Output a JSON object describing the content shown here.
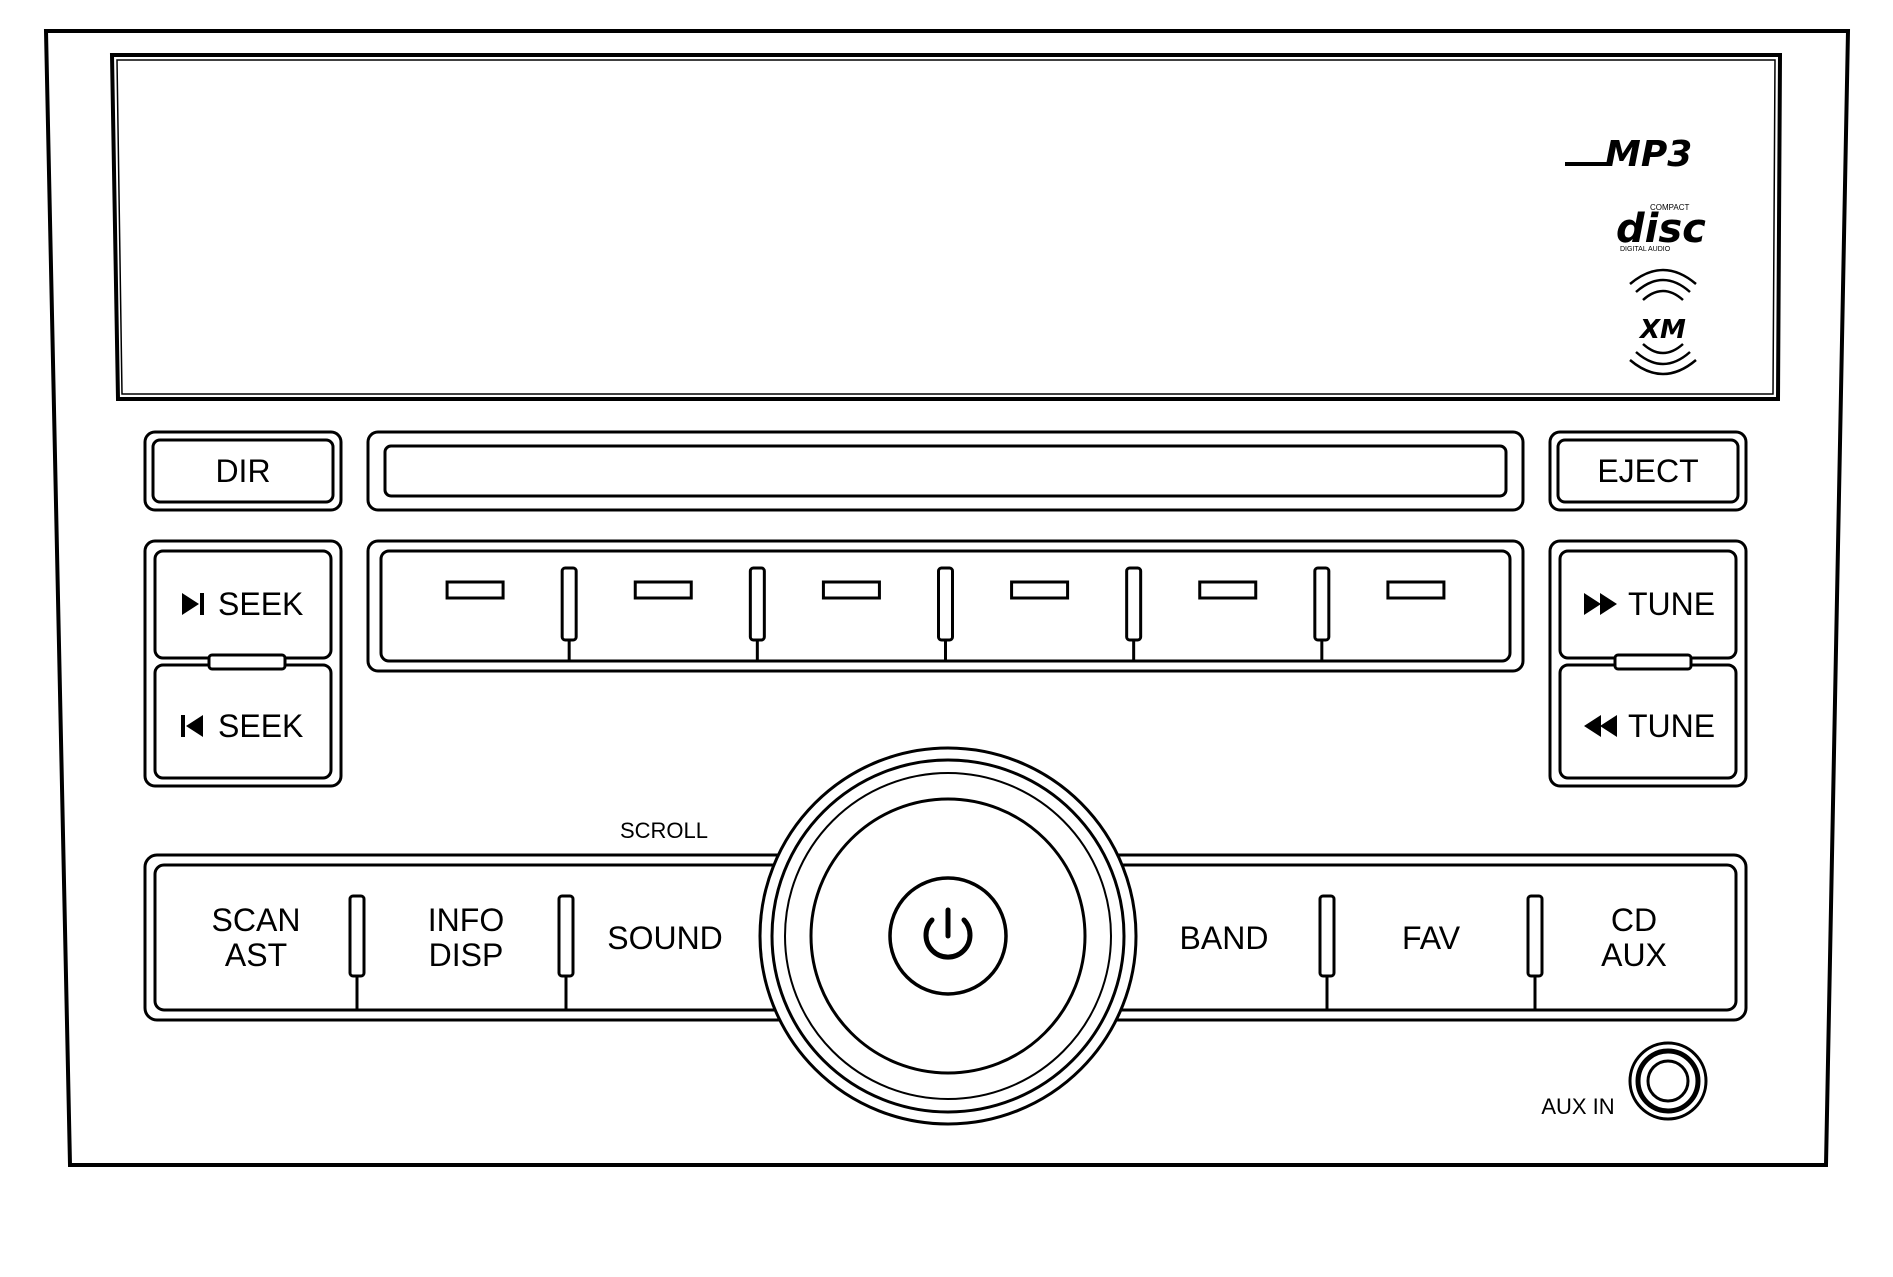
{
  "buttons": {
    "dir": "DIR",
    "eject": "EJECT",
    "seek_up": "SEEK",
    "seek_down": "SEEK",
    "tune_up": "TUNE",
    "tune_down": "TUNE",
    "scan_line1": "SCAN",
    "scan_line2": "AST",
    "info_line1": "INFO",
    "info_line2": "DISP",
    "sound": "SOUND",
    "band": "BAND",
    "fav": "FAV",
    "cd_line1": "CD",
    "cd_line2": "AUX"
  },
  "labels": {
    "scroll": "SCROLL",
    "aux_in": "AUX IN"
  },
  "logos": {
    "mp3": "MP3",
    "disc": "disc",
    "disc_top": "COMPACT",
    "disc_bottom": "DIGITAL AUDIO",
    "xm": "XM"
  },
  "icons": {
    "seek_up": "next-track-icon",
    "seek_down": "previous-track-icon",
    "tune_up": "fast-forward-icon",
    "tune_down": "rewind-icon",
    "power": "power-icon"
  },
  "presets": {
    "count": 6
  }
}
